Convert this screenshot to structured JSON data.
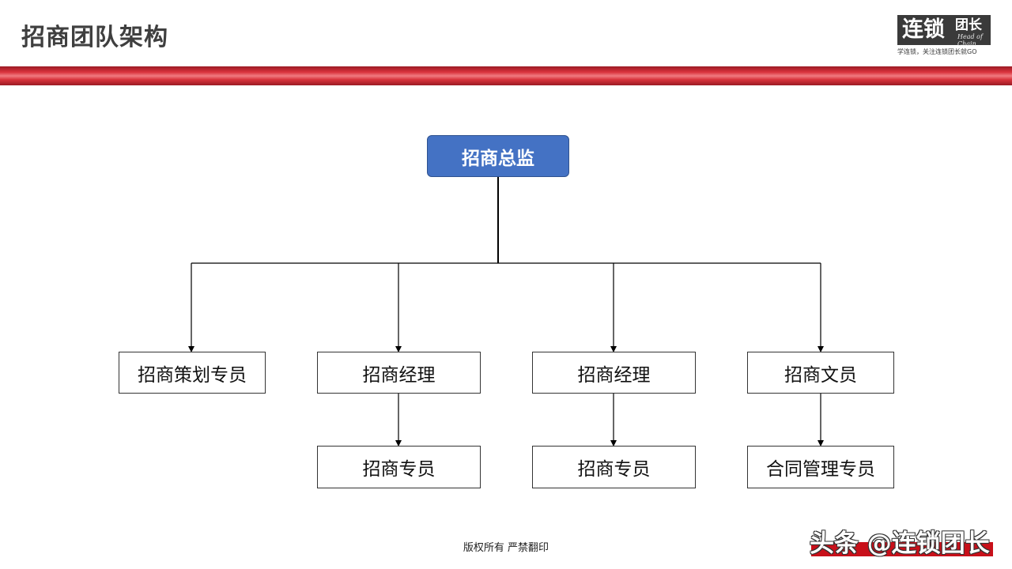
{
  "header": {
    "title": "招商团队架构",
    "logo_main": "连锁",
    "logo_sub": "团长",
    "logo_en": "Head of Chain",
    "logo_tagline": "学连锁，关注连锁团长就GO"
  },
  "org_chart": {
    "root": "招商总监",
    "branches": [
      {
        "label": "招商策划专员",
        "child": ""
      },
      {
        "label": "招商经理",
        "child": "招商专员"
      },
      {
        "label": "招商经理",
        "child": "招商专员"
      },
      {
        "label": "招商文员",
        "child": "合同管理专员"
      }
    ]
  },
  "footer": {
    "copyright": "版权所有  严禁翻印",
    "watermark": "头条 @连锁团长"
  },
  "colors": {
    "root_fill": "#4472c4",
    "band_red": "#d9323c",
    "title_text": "#3f3f3f"
  }
}
